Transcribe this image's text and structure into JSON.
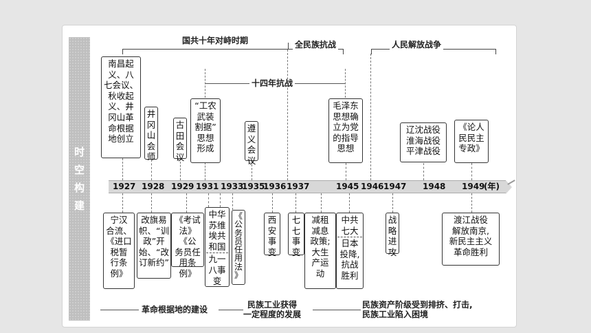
{
  "side_tab": {
    "chars": [
      "时",
      "空",
      "构",
      "建"
    ]
  },
  "periods": {
    "civil_war_ten_years": "国共十年对峙时期",
    "national_resistance": "全民族抗战",
    "liberation_war": "人民解放战争",
    "fourteen_years": "十四年抗战"
  },
  "years": [
    "1927",
    "1928",
    "1929",
    "1931",
    "1933",
    "1935",
    "1936",
    "1937",
    "1945",
    "1946",
    "1947",
    "1948",
    "1949"
  ],
  "year_unit": "(年)",
  "events_top": [
    "南昌起\n义、八\n七会议、\n秋收起\n义、井\n冈山革\n命根据\n地创立",
    "井\n冈\n山\n会\n师",
    "古\n田\n会\n议",
    "“工农\n武装\n割据”\n思想\n形成",
    "遵\n义\n会\n议",
    "毛泽东\n思想确\n立为党\n的指导\n思想",
    "辽沈战役\n淮海战役\n平津战役",
    "《论人\n民民主\n专政》"
  ],
  "events_bottom": [
    "宁汉\n合流、\n《进口\n税暂\n行条\n例》",
    "改旗易\n帜、“训\n政”开\n始、“改\n订新约”",
    "《考试\n法》《公\n务员任\n用条例》",
    "中华\n苏维\n埃共\n和国",
    "九一\n八事\n变",
    "《\n公\n务\n员\n任\n用\n法\n》",
    "西\n安\n事\n变",
    "七\n七\n事\n变",
    "减租\n减息\n政策;\n大生\n产运\n动",
    "中共\n七大",
    "日本\n投降,\n抗战\n胜利",
    "战\n略\n进\n攻",
    "渡江战役\n解放南京,\n新民主主义\n革命胜利"
  ],
  "bottom_notes": {
    "base_building": "革命根据地的建设",
    "industry_dev": "民族工业获得\n一定程度的发展",
    "industry_hard": "民族资产阶级受到排挤、打击,\n民族工业陷入困境"
  }
}
